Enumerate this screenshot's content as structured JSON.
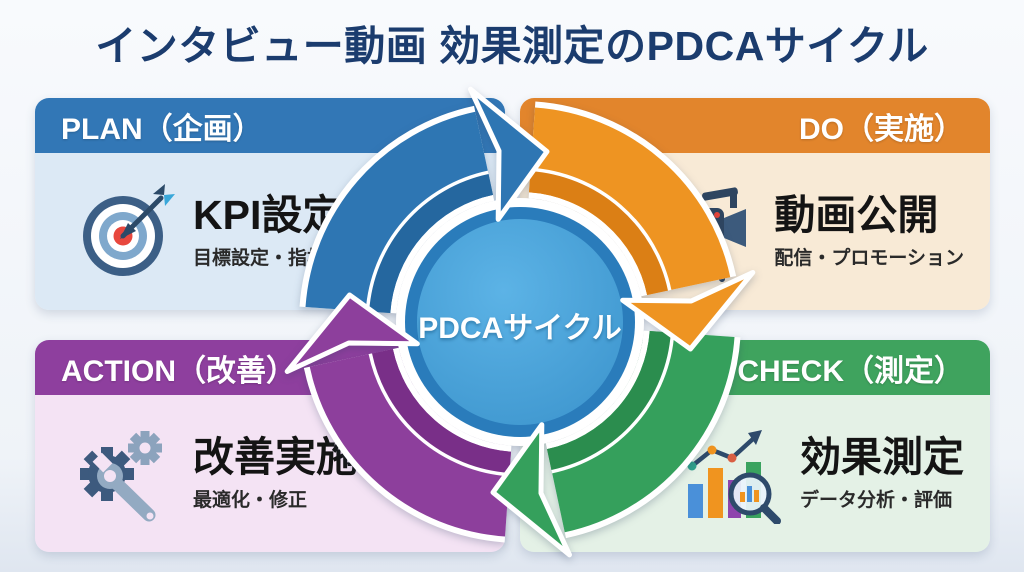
{
  "page": {
    "title": "インタビュー動画 効果測定のPDCAサイクル",
    "title_color": "#1b3c6e"
  },
  "center": {
    "label": "PDCAサイクル",
    "inner_color": "#3f97cf",
    "inner_color_light": "#5cb3e6",
    "rim_color": "#2a7cbb"
  },
  "quadrants": [
    {
      "id": "plan",
      "label": "PLAN（企画）",
      "title": "KPI設定",
      "subtitle": "目標設定・指標決定",
      "header_color": "#3277b6",
      "body_color": "#dce9f5",
      "arc_color": "#2e76b3",
      "arc_dark_color": "#25679f",
      "icon": "target-icon"
    },
    {
      "id": "do",
      "label": "DO（実施）",
      "title": "動画公開",
      "subtitle": "配信・プロモーション",
      "header_color": "#e2852c",
      "body_color": "#f8ead6",
      "arc_color": "#ee9422",
      "arc_dark_color": "#db7f15",
      "icon": "video-camera-icon"
    },
    {
      "id": "check",
      "label": "CHECK（測定）",
      "title": "効果測定",
      "subtitle": "データ分析・評価",
      "header_color": "#3fa35e",
      "body_color": "#e4f1e6",
      "arc_color": "#35a05c",
      "arc_dark_color": "#2b8d4e",
      "icon": "analytics-icon"
    },
    {
      "id": "action",
      "label": "ACTION（改善）",
      "title": "改善実施",
      "subtitle": "最適化・修正",
      "header_color": "#8e3f9e",
      "body_color": "#f4e3f4",
      "arc_color": "#8d3f9c",
      "arc_dark_color": "#792f88",
      "icon": "gears-icon"
    }
  ]
}
